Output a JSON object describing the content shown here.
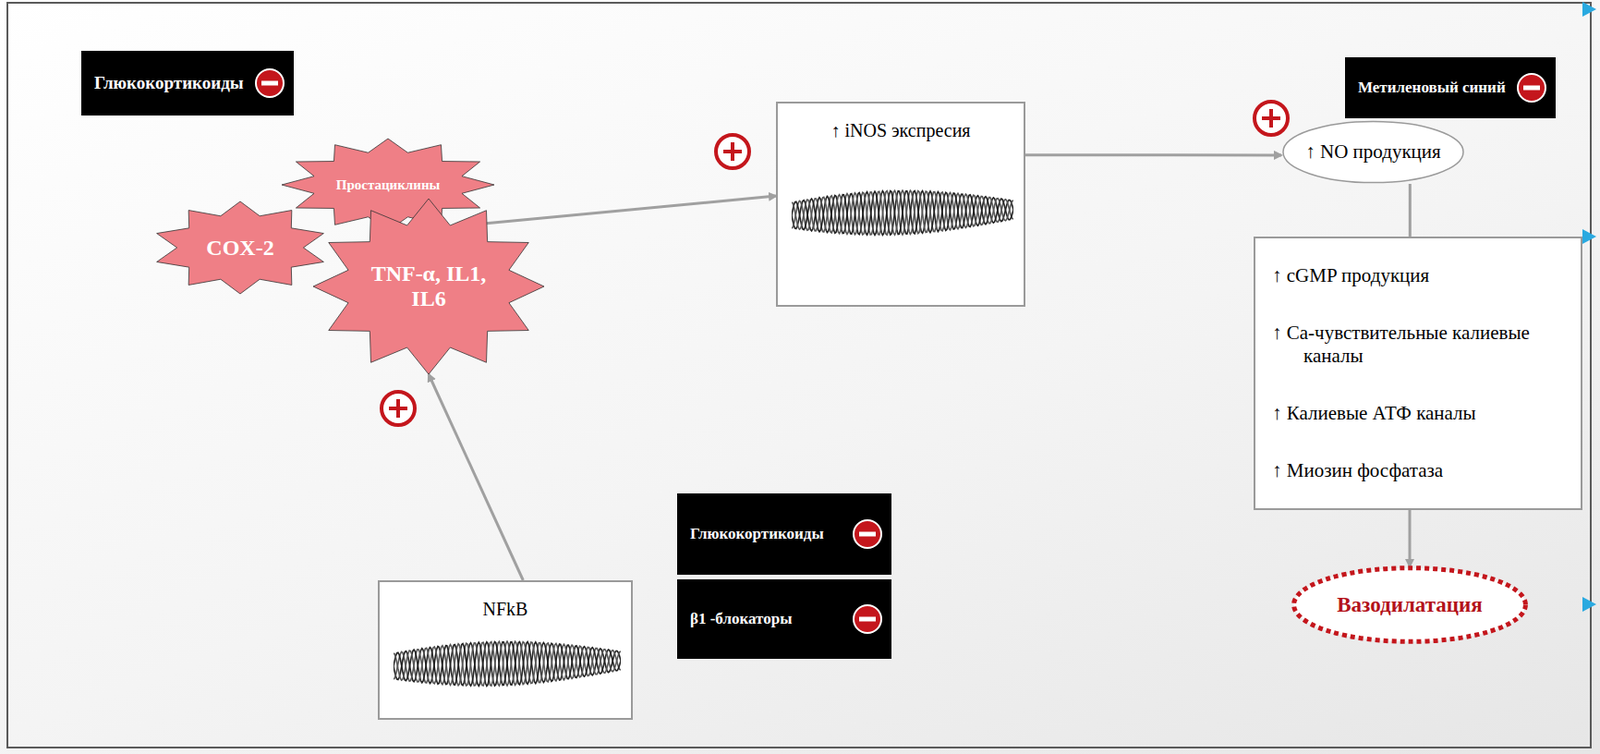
{
  "diagram": {
    "nodes": [
      {
        "text": [
          "Глюкокортикоиды"
        ]
      },
      {
        "text": [
          "Простациклины"
        ]
      },
      {
        "text": [
          "COX-2"
        ]
      },
      {
        "text": [
          "TNF-α, IL1, IL6"
        ]
      },
      {
        "text": [
          "↑ iNOS экспресия"
        ]
      },
      {
        "text": [
          "Метиленовый синий"
        ]
      },
      {
        "text": [
          "↑ NO продукция"
        ]
      },
      {
        "text": [
          "↑ cGMP продукция",
          "↑ Са-чувствительные калиевые каналы",
          "↑ Калиевые АТФ каналы",
          "↑ Миозин фосфатаза"
        ]
      },
      {
        "text": [
          "Вазодилатация"
        ]
      },
      {
        "text": [
          "NFkB"
        ]
      },
      {
        "text": [
          "Глюкокортикоиды"
        ]
      },
      {
        "text": [
          "β1 -блокаторы"
        ]
      }
    ],
    "edges": [
      {
        "from": 1,
        "to": 4,
        "arrow": "to"
      },
      {
        "from": 9,
        "to": 3,
        "arrow": "to"
      },
      {
        "from": 4,
        "to": 6,
        "arrow": "to"
      },
      {
        "from": 6,
        "to": 7,
        "arrow": "none"
      },
      {
        "from": 7,
        "to": 8,
        "arrow": "to"
      }
    ]
  }
}
